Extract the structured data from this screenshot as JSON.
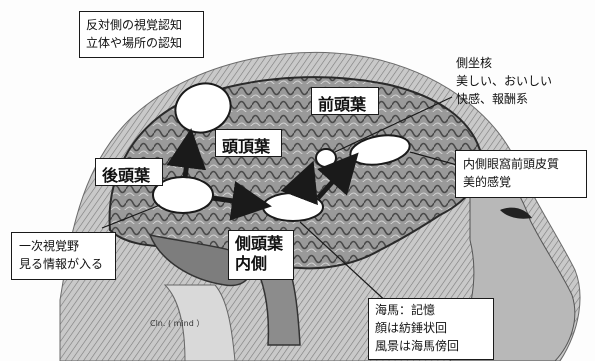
{
  "labels": {
    "visual_cognition": {
      "lines": [
        "反対側の視覚認知",
        "立体や場所の認知"
      ]
    },
    "parietal_lobe": {
      "text": "頭頂葉"
    },
    "occipital_lobe": {
      "text": "後頭葉"
    },
    "primary_visual": {
      "lines": [
        "一次視覚野",
        "見る情報が入る"
      ]
    },
    "temporal_medial": {
      "lines": [
        "側頭葉",
        "内側"
      ]
    },
    "frontal_lobe": {
      "text": "前頭葉"
    },
    "nucleus_accumbens": {
      "lines": [
        "側坐核",
        "美しい、おいしい",
        "快感、報酬系"
      ]
    },
    "medial_orbitofrontal": {
      "lines": [
        "内側眼窩前頭皮質",
        "美的感覚"
      ]
    },
    "hippocampus": {
      "lines": [
        "海馬：記憶",
        "顔は紡錘状回",
        "風景は海馬傍回"
      ]
    },
    "illustration_caption": {
      "text": "Cln. ( mind ）"
    }
  },
  "colors": {
    "outline": "#1a1a1a",
    "ink": "#111111",
    "shade_dark": "#3a3a3a",
    "shade_light": "#bdbdbd"
  }
}
